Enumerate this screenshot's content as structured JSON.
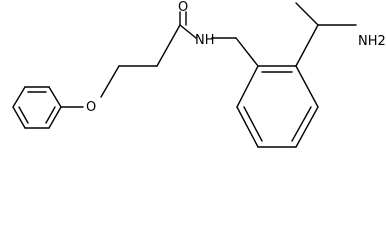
{
  "molecule": {
    "atoms": {
      "carbonyl_oxygen": "O",
      "ether_oxygen": "O",
      "amide_nitrogen": "NH",
      "amine_group": "NH2"
    }
  },
  "colors": {
    "bond": "#000000",
    "label": "#000000",
    "background": "#ffffff"
  }
}
